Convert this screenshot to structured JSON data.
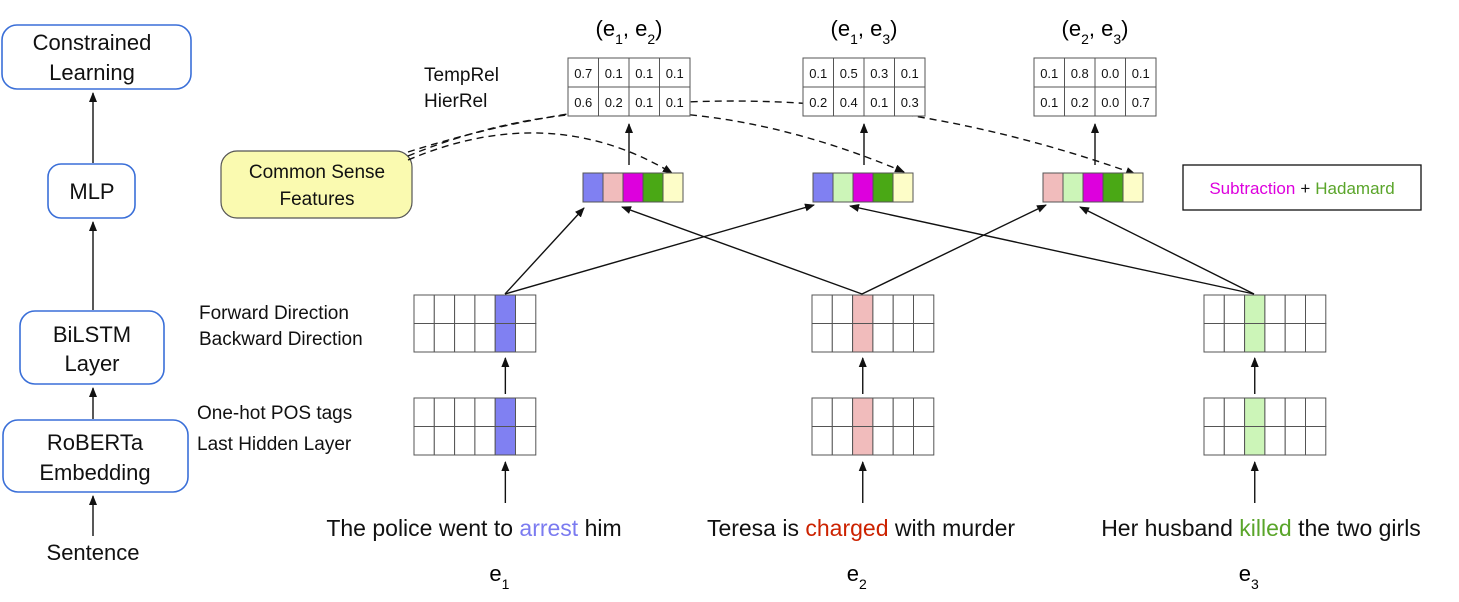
{
  "pipeline": {
    "constrained_1": "Constrained",
    "constrained_2": "Learning",
    "mlp": "MLP",
    "bilstm_1": "BiLSTM",
    "bilstm_2": "Layer",
    "roberta_1": "RoBERTa",
    "roberta_2": "Embedding",
    "sentence": "Sentence"
  },
  "labels": {
    "temprel": "TempRel",
    "hierrel": "HierRel",
    "forward": "Forward Direction",
    "backward": "Backward Direction",
    "pos": "One-hot POS tags",
    "hidden": "Last Hidden Layer",
    "common_sense_1": "Common Sense",
    "common_sense_2": "Features"
  },
  "legend": {
    "subtraction": "Subtraction",
    "plus": "+",
    "hadamard": "Hadamard"
  },
  "pairs": [
    {
      "a": "1",
      "b": "2",
      "temprel": [
        "0.7",
        "0.1",
        "0.1",
        "0.1"
      ],
      "hierrel": [
        "0.6",
        "0.2",
        "0.1",
        "0.1"
      ]
    },
    {
      "a": "1",
      "b": "3",
      "temprel": [
        "0.1",
        "0.5",
        "0.3",
        "0.1"
      ],
      "hierrel": [
        "0.2",
        "0.4",
        "0.1",
        "0.3"
      ]
    },
    {
      "a": "2",
      "b": "3",
      "temprel": [
        "0.1",
        "0.8",
        "0.0",
        "0.1"
      ],
      "hierrel": [
        "0.1",
        "0.2",
        "0.0",
        "0.7"
      ]
    }
  ],
  "sentences": [
    {
      "before": "The police went to ",
      "event": "arrest",
      "after": " him",
      "event_color": "#7b7bf0",
      "sub": "1"
    },
    {
      "before": "Teresa is ",
      "event": "charged",
      "after": " with murder",
      "event_color": "#cc2200",
      "sub": "2"
    },
    {
      "before": "Her husband ",
      "event": "killed",
      "after": " the two girls",
      "event_color": "#5aa52a",
      "sub": "3"
    }
  ],
  "colors": {
    "e1": "#8080f2",
    "e2": "#f1bcbc",
    "e3": "#ccf5b8",
    "magenta": "#dd00dd",
    "green": "#4aa815",
    "yellow": "#fdfdc8",
    "pipeline_border": "#3a6fd8",
    "common_sense_bg": "#fafab0",
    "hadamard_text": "#5aa52a"
  },
  "pair_feature_colors": [
    [
      "#8080f2",
      "#f1bcbc",
      "#dd00dd",
      "#4aa815",
      "#fdfdc8"
    ],
    [
      "#8080f2",
      "#ccf5b8",
      "#dd00dd",
      "#4aa815",
      "#fdfdc8"
    ],
    [
      "#f1bcbc",
      "#ccf5b8",
      "#dd00dd",
      "#4aa815",
      "#fdfdc8"
    ]
  ]
}
